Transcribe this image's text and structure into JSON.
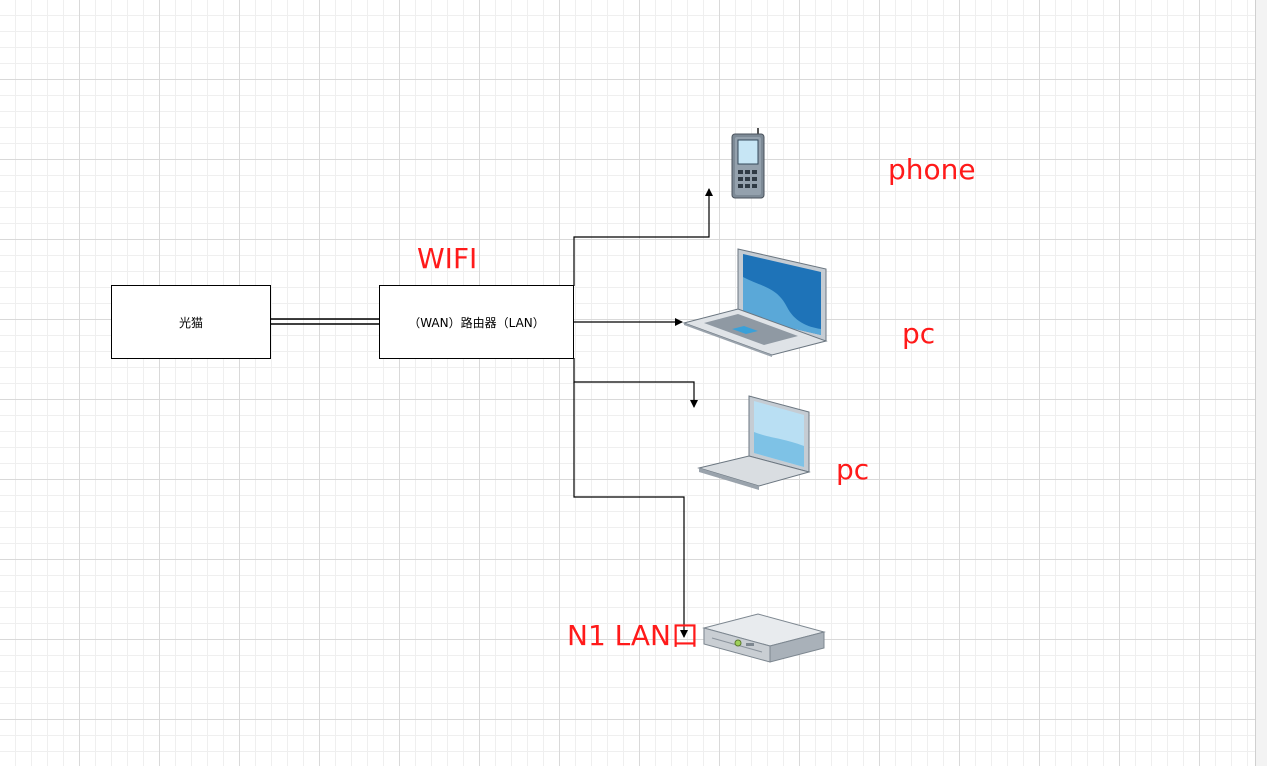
{
  "diagram": {
    "nodes": {
      "modem": {
        "label": "光猫"
      },
      "router": {
        "label": "（WAN）路由器（LAN）"
      }
    },
    "labels": {
      "wifi": "WIFI",
      "phone": "phone",
      "pc1": "pc",
      "pc2": "pc",
      "n1": "N1 LAN口"
    },
    "devices": {
      "phone": "mobile-phone-icon",
      "pc1": "laptop-icon",
      "pc2": "small-laptop-icon",
      "n1": "server-box-icon"
    }
  },
  "colors": {
    "label_red": "#ff1a1a",
    "line": "#000000",
    "grid_major": "#d9d9d9",
    "grid_minor": "#efefef"
  }
}
